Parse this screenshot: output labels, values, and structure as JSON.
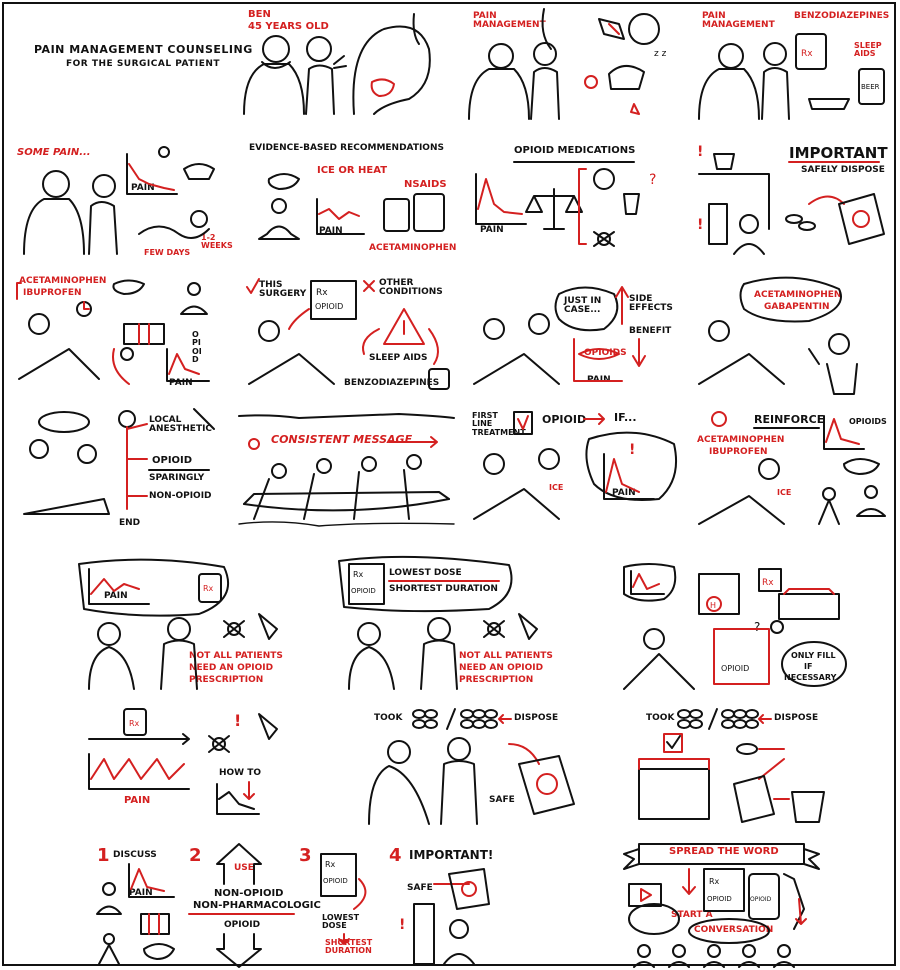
{
  "title": {
    "line1": "Pain management counseling",
    "line2": "for the surgical patient"
  },
  "p1": {
    "name": "Ben",
    "age": "45 years old"
  },
  "p2": {
    "label": "Pain management"
  },
  "p3": {
    "label": "Pain management",
    "label2": "Benzodiazepines",
    "sleep": "Sleep aids",
    "rx": "Rx",
    "beer": "BEER"
  },
  "p4": {
    "label": "Some pain...",
    "pain": "PAIN",
    "days": "Few days",
    "weeks": "1-2 weeks"
  },
  "p5": {
    "title": "Evidence-based recommendations",
    "ice": "Ice or heat",
    "nsaids": "NSAIDs",
    "pain": "PAIN",
    "acet": "Acetaminophen"
  },
  "p6": {
    "title": "Opioid medications",
    "pain": "PAIN"
  },
  "p7": {
    "important": "Important",
    "dispose": "Safely dispose"
  },
  "p8": {
    "acet": "Acetaminophen",
    "ibu": "Ibuprofen",
    "pain": "PAIN",
    "op": "OPIOID"
  },
  "p9": {
    "this": "This surgery",
    "rx": "Rx",
    "opioid": "OPIOID",
    "other": "Other conditions",
    "sleep": "Sleep aids",
    "benzo": "Benzodiazepines"
  },
  "p10": {
    "just": "Just in case...",
    "side": "Side effects",
    "benefit": "Benefit",
    "opioids": "Opioids",
    "pain": "PAIN"
  },
  "p11": {
    "acet": "Acetaminophen",
    "gaba": "Gabapentin"
  },
  "p12": {
    "local": "Local anesthetic",
    "opioid": "Opioid",
    "sparingly": "Sparingly",
    "non": "Non-opioid",
    "end": "END"
  },
  "p13": {
    "msg": "Consistent message"
  },
  "p14": {
    "first": "First line treatment",
    "opioid": "Opioid",
    "if": "IF...",
    "pain": "PAIN",
    "ice": "ICE"
  },
  "p15": {
    "reinforce": "Reinforce",
    "opioids": "Opioids",
    "acet": "Acetaminophen",
    "ibu": "Ibuprofen",
    "ice": "ICE"
  },
  "p16": {
    "pain": "PAIN",
    "rx": "Rx",
    "notall": "Not all patients",
    "need": "need an opioid",
    "presc": "prescription"
  },
  "p17": {
    "rx": "Rx",
    "opioid": "OPIOID",
    "lowest": "Lowest dose",
    "shortest": "Shortest duration",
    "notall": "Not all patients",
    "need": "need an opioid",
    "presc": "prescription"
  },
  "p18": {
    "h": "H",
    "rx": "Rx",
    "opioid": "OPIOID",
    "only": "Only fill",
    "if": "if",
    "nec": "necessary",
    "q": "?"
  },
  "p19": {
    "rx": "Rx",
    "pain": "PAIN",
    "howto": "How to"
  },
  "p20": {
    "took": "Took",
    "dispose": "Dispose",
    "safe": "Safe"
  },
  "p21": {
    "took": "Took",
    "dispose": "Dispose"
  },
  "p22": {
    "n1": "1",
    "discuss": "Discuss",
    "pain": "PAIN",
    "n2": "2",
    "use": "Use",
    "nonop": "Non-opioid",
    "nonph": "Non-pharmacologic",
    "opioid": "OPIOID",
    "n3": "3",
    "rx": "Rx",
    "opioid2": "OPIOID",
    "lowest": "Lowest dose",
    "shortest": "Shortest duration",
    "n4": "4",
    "important": "Important!",
    "safe": "Safe"
  },
  "p23": {
    "spread": "Spread the word",
    "rx": "Rx",
    "opioid": "OPIOID",
    "start": "Start a",
    "conv": "conversation",
    "opioid2": "OPIOID"
  },
  "colors": {
    "red": "#d42020",
    "ink": "#111111"
  }
}
